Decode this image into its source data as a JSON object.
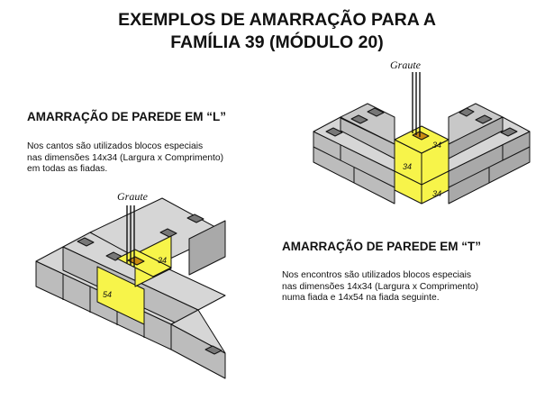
{
  "title": {
    "line1": "EXEMPLOS DE AMARRAÇÃO PARA A",
    "line2": "FAMÍLIA 39 (MÓDULO 20)"
  },
  "l_section": {
    "heading": "AMARRAÇÃO DE PAREDE EM “L”",
    "description": [
      "Nos cantos são utilizados blocos especiais",
      "nas dimensões 14x34 (Largura x Comprimento)",
      "em todas as fiadas."
    ],
    "graute_label": "Graute",
    "block_labels": [
      "34",
      "34",
      "34"
    ]
  },
  "t_section": {
    "heading": "AMARRAÇÃO DE PAREDE EM “T”",
    "description": [
      "Nos encontros são utilizados blocos especiais",
      "nas dimensões 14x34 (Largura x Comprimento)",
      "numa fiada e 14x54 na fiada seguinte."
    ],
    "graute_label": "Graute",
    "block_labels": [
      "34",
      "54"
    ]
  },
  "colors": {
    "block_gray": "#bcbcbc",
    "block_top": "#d6d6d6",
    "special_yellow": "#f7f44a",
    "outline": "#111111"
  }
}
